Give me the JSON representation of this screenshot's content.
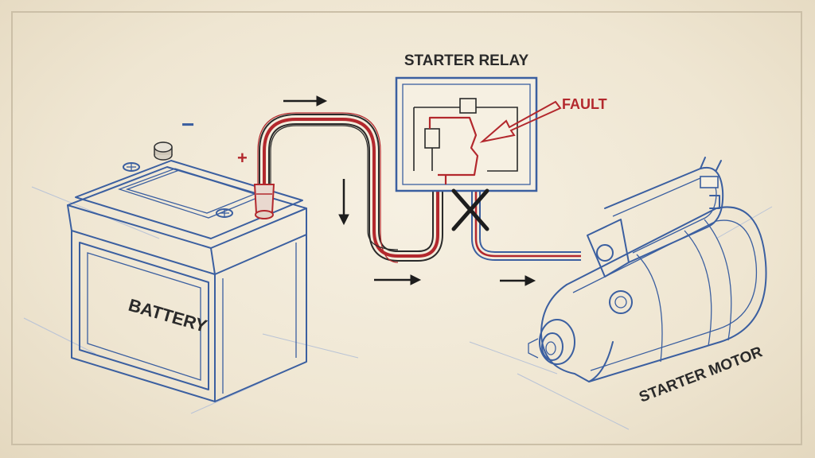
{
  "labels": {
    "battery": "BATTERY",
    "relay": "STARTER RELAY",
    "fault": "FAULT",
    "motor": "STARTER MOTOR",
    "positive": "+",
    "negative": "−"
  },
  "colors": {
    "outline": "#3b5fa0",
    "fault": "#b3282d",
    "ink": "#2a2a2a",
    "paper": "#f3ecdc"
  },
  "icons": [
    "arrow-right-icon",
    "arrow-down-icon",
    "fault-arrow-icon",
    "break-x-icon"
  ]
}
